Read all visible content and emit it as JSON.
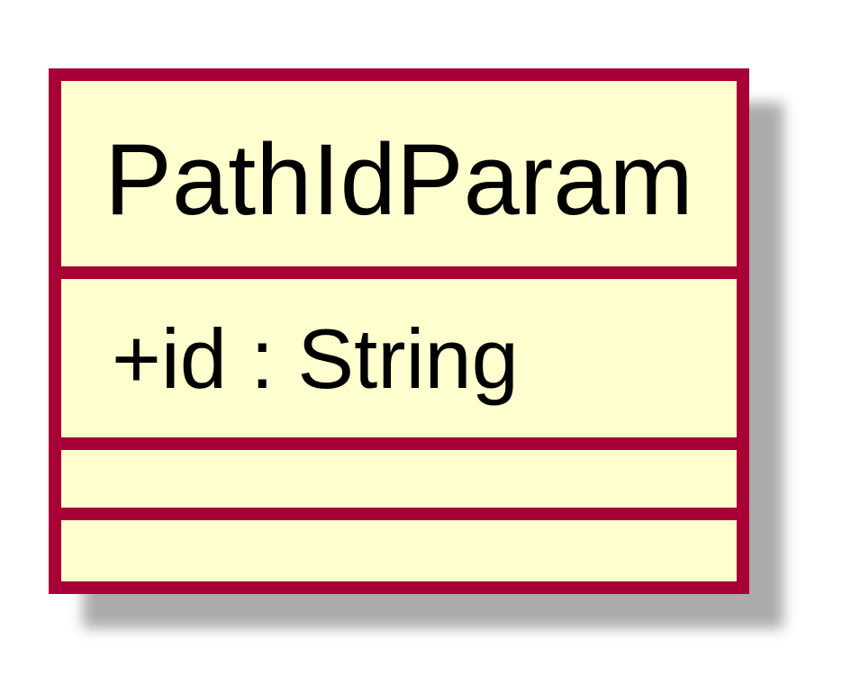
{
  "diagram": {
    "type": "uml-class",
    "class": {
      "name": "PathIdParam",
      "attributes": [
        {
          "text": "+id : String"
        }
      ],
      "methods": []
    },
    "colors": {
      "border": "#A80036",
      "fill": "#FEFECE",
      "text": "#000000"
    }
  }
}
